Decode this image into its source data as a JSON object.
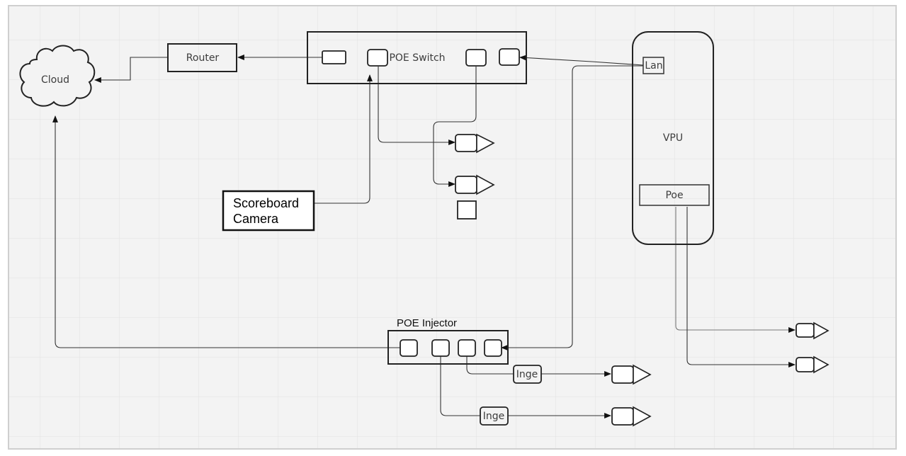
{
  "diagram": {
    "nodes": {
      "cloud": "Cloud",
      "router": "Router",
      "poe_switch": "POE Switch",
      "vpu": "VPU",
      "lan_port": "Lan",
      "poe_port": "Poe",
      "scoreboard_camera_line1": "Scoreboard",
      "scoreboard_camera_line2": "Camera",
      "poe_injector": "POE Injector",
      "inline_label_1": "Inge",
      "inline_label_2": "Inge"
    },
    "colors": {
      "grid": "#e6e6e6",
      "background": "#f3f3f3",
      "stroke": "#222222"
    }
  }
}
